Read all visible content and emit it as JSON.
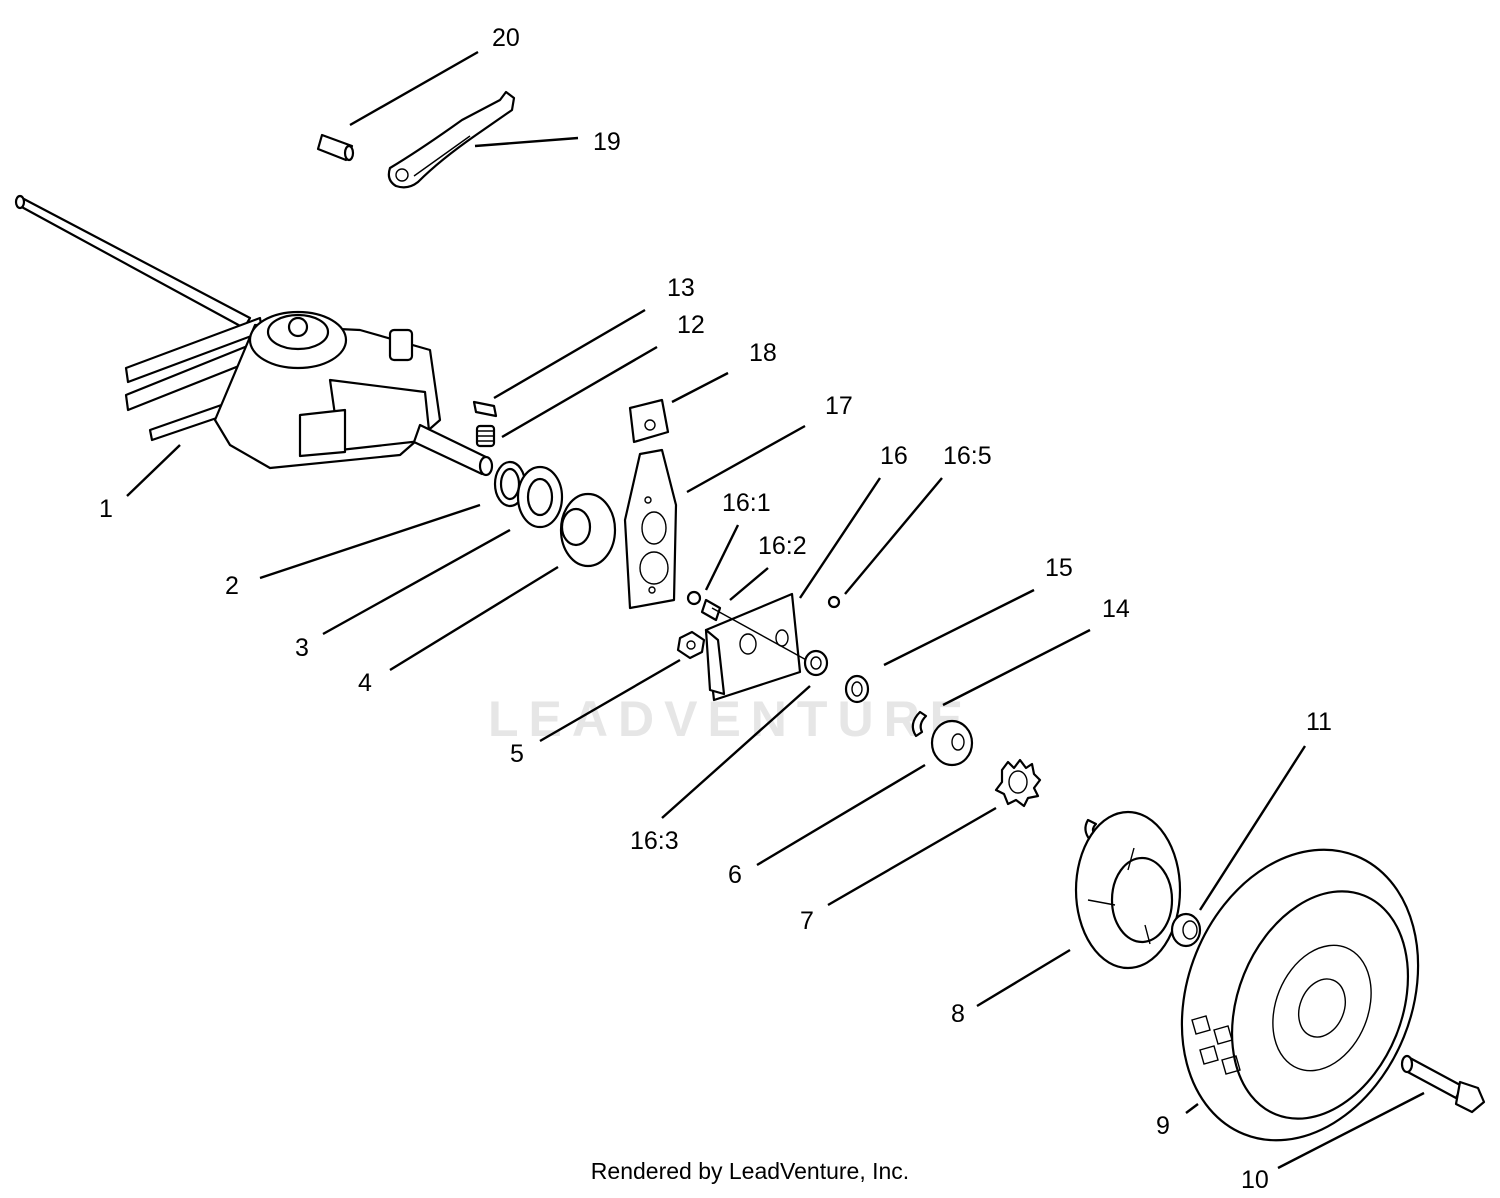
{
  "watermark": "LEADVENTURE",
  "footer": "Rendered by LeadVenture, Inc.",
  "callouts": {
    "c1": "1",
    "c2": "2",
    "c3": "3",
    "c4": "4",
    "c5": "5",
    "c6": "6",
    "c7": "7",
    "c8": "8",
    "c9": "9",
    "c10": "10",
    "c11": "11",
    "c12": "12",
    "c13": "13",
    "c14": "14",
    "c15": "15",
    "c16": "16",
    "c16_1": "16:1",
    "c16_2": "16:2",
    "c16_3": "16:3",
    "c16_5": "16:5",
    "c17": "17",
    "c18": "18",
    "c19": "19",
    "c20": "20"
  }
}
